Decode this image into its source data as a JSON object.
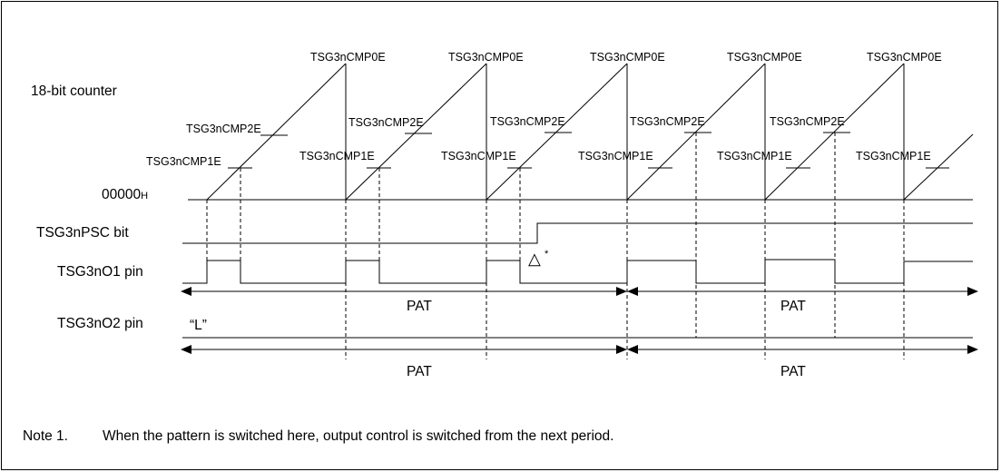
{
  "signals": {
    "counter": "18-bit counter",
    "zero": "00000",
    "zero_suffix": "H",
    "psc": "TSG3nPSC bit",
    "o1": "TSG3nO1 pin",
    "o2": "TSG3nO2 pin",
    "o2_level": "“L”"
  },
  "compare_labels": {
    "cmp0": "TSG3nCMP0E",
    "cmp1": "TSG3nCMP1E",
    "cmp2": "TSG3nCMP2E"
  },
  "pattern_label": "PAT",
  "note_marker": "△",
  "note_asterisk": "*",
  "note": {
    "label": "Note 1.",
    "text": "When the pattern is switched here, output control is switched from the next period."
  }
}
